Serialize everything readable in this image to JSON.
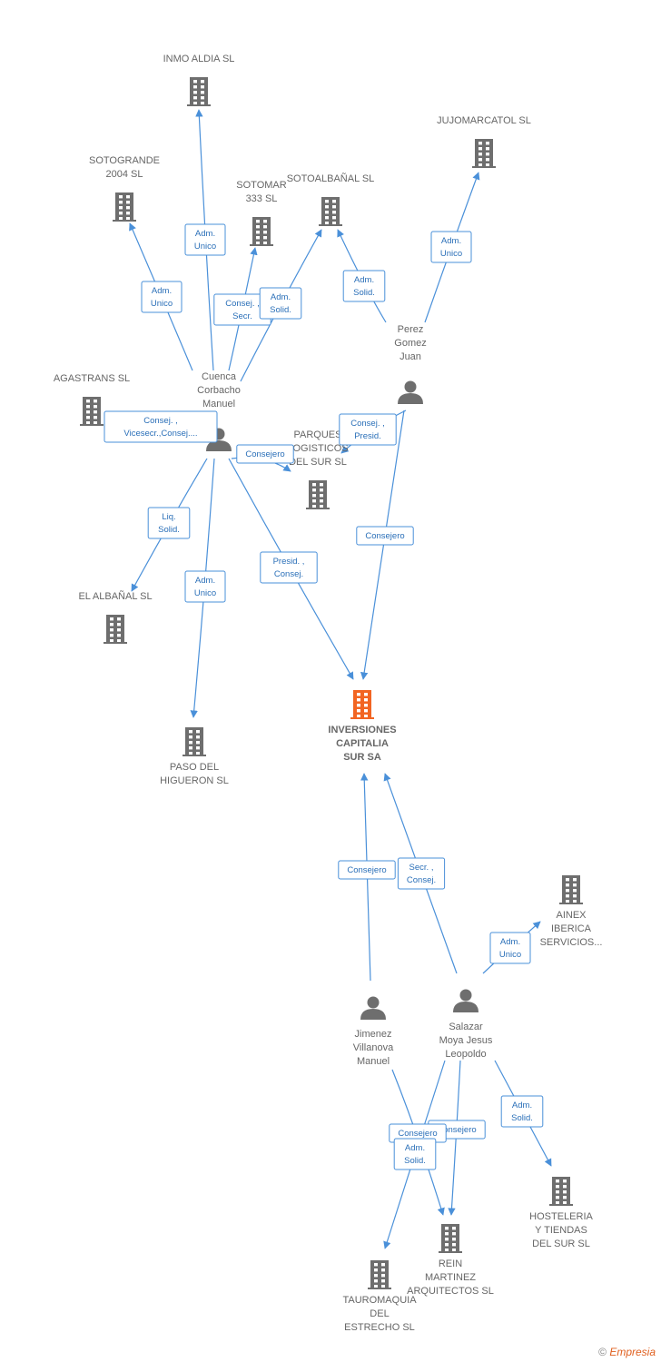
{
  "colors": {
    "edge": "#4a90d9",
    "company": "#6e6e6e",
    "person": "#6e6e6e",
    "main": "#f26522"
  },
  "nodes": [
    {
      "id": "inmo",
      "type": "company",
      "lines": [
        "INMO ALDIA SL"
      ]
    },
    {
      "id": "sotogrande",
      "type": "company",
      "lines": [
        "SOTOGRANDE",
        "2004 SL"
      ]
    },
    {
      "id": "sotomar",
      "type": "company",
      "lines": [
        "SOTOMAR",
        "333 SL"
      ]
    },
    {
      "id": "sotoalbanal",
      "type": "company",
      "lines": [
        "SOTOALBAÑAL SL"
      ]
    },
    {
      "id": "jujomarcatol",
      "type": "company",
      "lines": [
        "JUJOMARCATOL SL"
      ]
    },
    {
      "id": "agastrans",
      "type": "company",
      "lines": [
        "AGASTRANS SL"
      ]
    },
    {
      "id": "parques",
      "type": "company",
      "lines": [
        "PARQUES",
        "LOGISTICOS",
        "DEL SUR SL"
      ]
    },
    {
      "id": "elalbanal",
      "type": "company",
      "lines": [
        "EL ALBAÑAL SL"
      ]
    },
    {
      "id": "paso",
      "type": "company",
      "lines": [
        "PASO DEL",
        "HIGUERON SL"
      ]
    },
    {
      "id": "inversiones",
      "type": "main",
      "lines": [
        "INVERSIONES",
        "CAPITALIA",
        "SUR SA"
      ]
    },
    {
      "id": "ainex",
      "type": "company",
      "lines": [
        "AINEX",
        "IBERICA",
        "SERVICIOS..."
      ]
    },
    {
      "id": "hosteleria",
      "type": "company",
      "lines": [
        "HOSTELERIA",
        "Y TIENDAS",
        "DEL SUR SL"
      ]
    },
    {
      "id": "rein",
      "type": "company",
      "lines": [
        "REIN",
        "MARTINEZ",
        "ARQUITECTOS SL"
      ]
    },
    {
      "id": "tauromaquia",
      "type": "company",
      "lines": [
        "TAUROMAQUIA",
        "DEL",
        "ESTRECHO SL"
      ]
    },
    {
      "id": "cuenca",
      "type": "person",
      "lines": [
        "Cuenca",
        "Corbacho",
        "Manuel"
      ]
    },
    {
      "id": "perez",
      "type": "person",
      "lines": [
        "Perez",
        "Gomez",
        "Juan"
      ]
    },
    {
      "id": "jimenez",
      "type": "person",
      "lines": [
        "Jimenez",
        "Villanova",
        "Manuel"
      ]
    },
    {
      "id": "salazar",
      "type": "person",
      "lines": [
        "Salazar",
        "Moya Jesus",
        "Leopoldo"
      ]
    }
  ],
  "edges": [
    {
      "from": "cuenca",
      "to": "inmo",
      "label": [
        "Adm.",
        "Unico"
      ]
    },
    {
      "from": "cuenca",
      "to": "sotogrande",
      "label": [
        "Adm.",
        "Unico"
      ]
    },
    {
      "from": "cuenca",
      "to": "sotomar",
      "label": [
        "Consej. ,",
        "Secr."
      ]
    },
    {
      "from": "cuenca",
      "to": "sotoalbanal",
      "label": [
        "Adm.",
        "Solid."
      ]
    },
    {
      "from": "cuenca",
      "to": "agastrans",
      "label": [
        "Consej. ,",
        "Vicesecr.,Consej...."
      ]
    },
    {
      "from": "cuenca",
      "to": "parques",
      "label": [
        "Consejero"
      ]
    },
    {
      "from": "cuenca",
      "to": "elalbanal",
      "label": [
        "Liq.",
        "Solid."
      ]
    },
    {
      "from": "cuenca",
      "to": "paso",
      "label": [
        "Adm.",
        "Unico"
      ]
    },
    {
      "from": "cuenca",
      "to": "inversiones",
      "label": [
        "Presid. ,",
        "Consej."
      ]
    },
    {
      "from": "perez",
      "to": "sotoalbanal",
      "label": [
        "Adm.",
        "Solid."
      ]
    },
    {
      "from": "perez",
      "to": "jujomarcatol",
      "label": [
        "Adm.",
        "Unico"
      ]
    },
    {
      "from": "perez",
      "to": "parques",
      "label": [
        "Consej. ,",
        "Presid."
      ]
    },
    {
      "from": "perez",
      "to": "inversiones",
      "label": [
        "Consejero"
      ]
    },
    {
      "from": "jimenez",
      "to": "inversiones",
      "label": [
        "Consejero"
      ]
    },
    {
      "from": "salazar",
      "to": "inversiones",
      "label": [
        "Secr. ,",
        "Consej."
      ]
    },
    {
      "from": "salazar",
      "to": "ainex",
      "label": [
        "Adm.",
        "Unico"
      ]
    },
    {
      "from": "salazar",
      "to": "hosteleria",
      "label": [
        "Adm.",
        "Solid."
      ]
    },
    {
      "from": "salazar",
      "to": "rein",
      "label": [
        "Consejero"
      ]
    },
    {
      "from": "jimenez",
      "to": "rein",
      "label": [
        "Consejero"
      ]
    },
    {
      "from": "salazar",
      "to": "tauromaquia",
      "label": [
        "Adm.",
        "Solid."
      ]
    }
  ],
  "footer": {
    "copyright": "©",
    "brand": "Empresia"
  }
}
